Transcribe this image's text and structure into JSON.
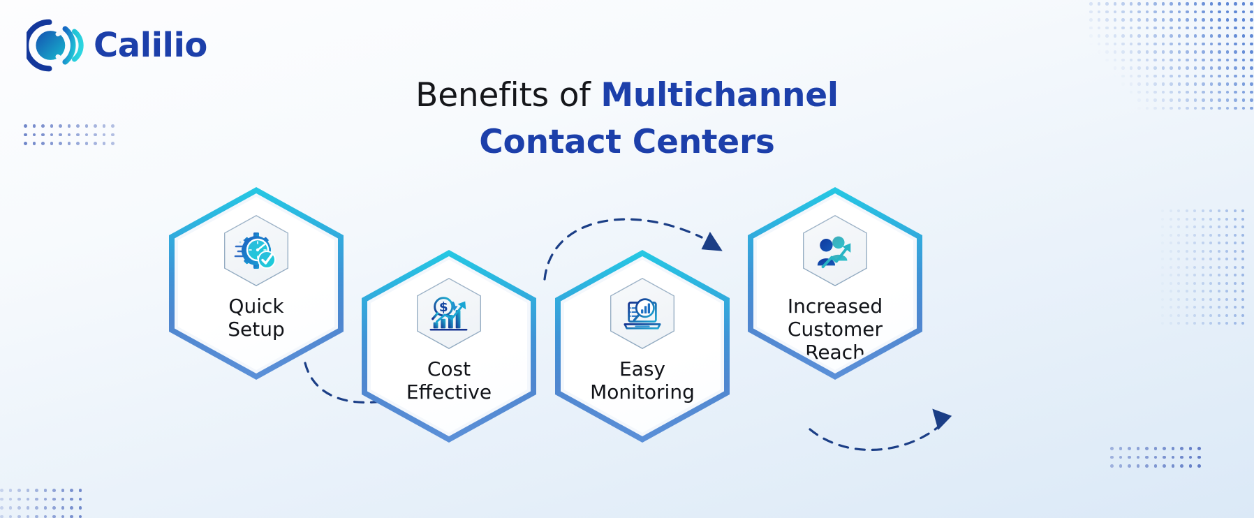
{
  "brand": {
    "name": "Calilio",
    "logo_icon": "calilio-signal-circle-logo",
    "mark_colors": [
      "#13379b",
      "#1668c4",
      "#19c6d8",
      "#2ad6e0"
    ],
    "wordmark_color": "#1c3faa"
  },
  "title": {
    "line1_plain": "Benefits of ",
    "line1_accent": "Multichannel",
    "line2_accent": "Contact Centers",
    "plain_color": "#15161a",
    "accent_color": "#1c3faa"
  },
  "nodes": [
    {
      "id": "quick-setup",
      "label": "Quick\nSetup",
      "icon": "stopwatch-gear-check-icon",
      "position": "up"
    },
    {
      "id": "cost-effective",
      "label": "Cost\nEffective",
      "icon": "dollar-magnifier-growth-chart-icon",
      "position": "down"
    },
    {
      "id": "easy-monitoring",
      "label": "Easy\nMonitoring",
      "icon": "laptop-magnifier-analytics-icon",
      "position": "down"
    },
    {
      "id": "increased-customer-reach",
      "label": "Increased\nCustomer\nReach",
      "icon": "people-growth-arrow-icon",
      "position": "up"
    }
  ],
  "connectors": [
    {
      "id": "arrow-1-to-2",
      "from": "quick-setup",
      "to": "cost-effective",
      "style": "dashed-curve",
      "direction": "down-right"
    },
    {
      "id": "arrow-2-to-3",
      "from": "cost-effective",
      "to": "easy-monitoring",
      "style": "dashed-curve",
      "direction": "up-right"
    },
    {
      "id": "arrow-3-to-4",
      "from": "easy-monitoring",
      "to": "increased-customer-reach",
      "style": "dashed-curve",
      "direction": "down-right"
    }
  ],
  "theme": {
    "hex_border_top": "#25c8e3",
    "hex_border_bottom": "#5b90d8",
    "arrow_color": "#1b3e86",
    "background_top": "#fdfdfe",
    "background_bottom": "#dbe9f7",
    "dot_color": "#1c3faa"
  },
  "decorations": [
    {
      "id": "dots-top-right",
      "kind": "halftone-dot-grid"
    },
    {
      "id": "dots-left",
      "kind": "dot-grid"
    },
    {
      "id": "dots-bottom-right",
      "kind": "dot-grid"
    },
    {
      "id": "dots-bottom-left",
      "kind": "dot-grid"
    }
  ]
}
